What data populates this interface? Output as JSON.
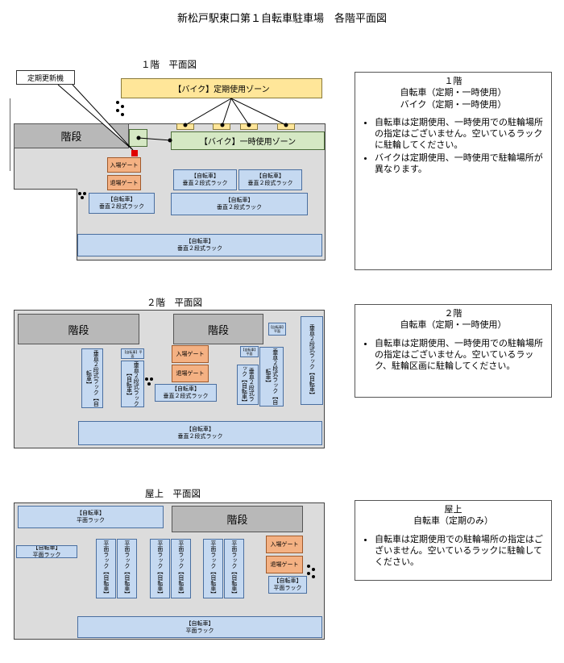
{
  "title": "新松戸駅東口第１自転車駐車場　各階平面図",
  "floors": {
    "f1": {
      "heading": "１階　平面図",
      "stairs": "階段",
      "machine_label": "定期更新機",
      "bike_regular_zone": "【バイク】定期使用ゾーン",
      "bike_temp_zone": "【バイク】一時使用ゾーン",
      "gate_in": "入場ゲート",
      "gate_out": "退場ゲート",
      "rack_a_line1": "【自転車】",
      "rack_a_line2": "垂直２段式ラック",
      "info_title": "１階",
      "info_sub1": "自転車（定期・一時使用）",
      "info_sub2": "バイク（定期・一時使用）",
      "bullets": [
        "自転車は定期使用、一時使用での駐輪場所の指定はございません。空いているラックに駐輪してください。",
        "バイクは定期使用、一時使用で駐輪場所が異なります。"
      ]
    },
    "f2": {
      "heading": "２階　平面図",
      "stairs": "階段",
      "gate_in": "入場ゲート",
      "gate_out": "退場ゲート",
      "rack_line1": "【自転車】",
      "rack_line2": "垂直２段式ラック",
      "rack_short": "垂直２段式ラック",
      "rack_bracket": "【自転車】",
      "rack_v1": "垂直２段式ラック【自転車】",
      "rack_v2": "垂直２段式ラック【自転車】",
      "rack_v3": "垂直２段式ラック【自転車】",
      "rack_v4": "垂直２段式ラック【自転車】",
      "tiny_label": "【自転車】平面",
      "info_title": "２階",
      "info_sub1": "自転車（定期・一時使用）",
      "bullets": [
        "自転車は定期使用、一時使用での駐輪場所の指定はございません。空いているラック、駐輪区画に駐輪してください。"
      ]
    },
    "rooftop": {
      "heading": "屋上　平面図",
      "stairs": "階段",
      "gate_in": "入場ゲート",
      "gate_out": "退場ゲート",
      "rack_line1": "【自転車】",
      "rack_line2": "平面ラック",
      "rack_v": "平面ラック【自転車】",
      "info_title": "屋上",
      "info_sub1": "自転車（定期のみ）",
      "bullets": [
        "自転車は定期使用での駐輪場所の指定はございません。空いているラックに駐輪してください。"
      ]
    }
  }
}
